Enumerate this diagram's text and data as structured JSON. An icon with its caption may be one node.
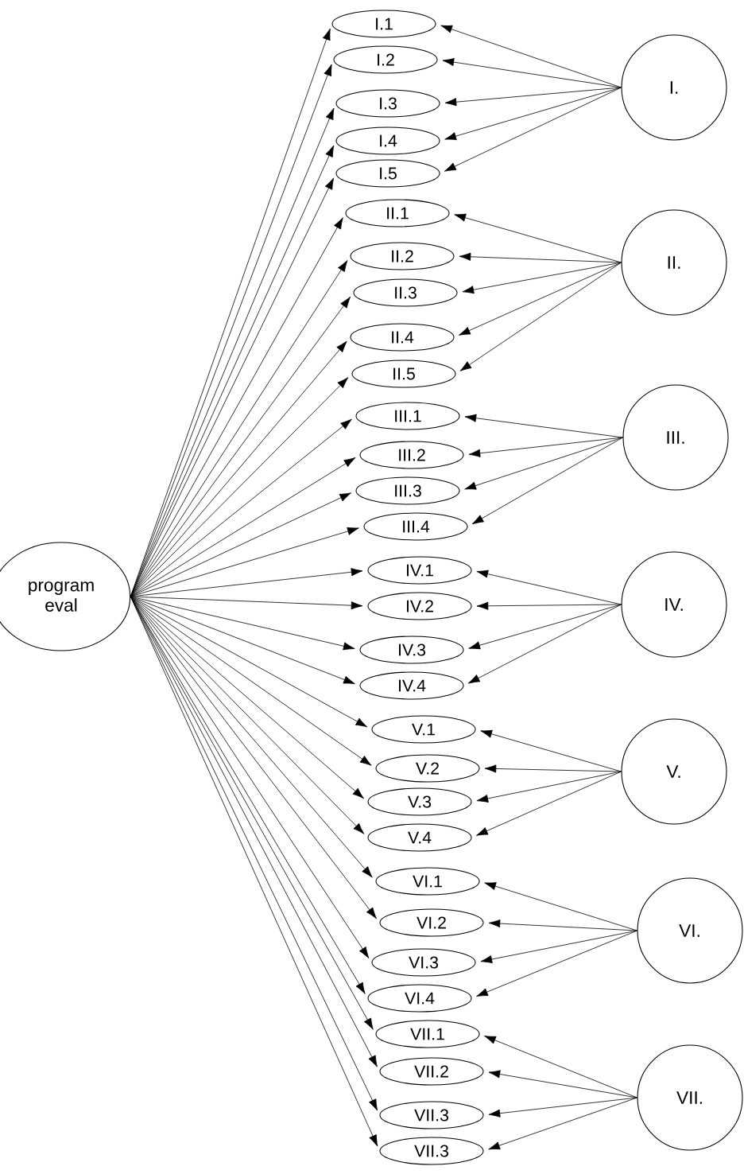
{
  "diagram": {
    "nodes": [
      {
        "text": [
          "program eval"
        ]
      },
      {
        "text": [
          "I.1"
        ]
      },
      {
        "text": [
          "I.2"
        ]
      },
      {
        "text": [
          "I.3"
        ]
      },
      {
        "text": [
          "I.4"
        ]
      },
      {
        "text": [
          "I.5"
        ]
      },
      {
        "text": [
          "II.1"
        ]
      },
      {
        "text": [
          "II.2"
        ]
      },
      {
        "text": [
          "II.3"
        ]
      },
      {
        "text": [
          "II.4"
        ]
      },
      {
        "text": [
          "II.5"
        ]
      },
      {
        "text": [
          "III.1"
        ]
      },
      {
        "text": [
          "III.2"
        ]
      },
      {
        "text": [
          "III.3"
        ]
      },
      {
        "text": [
          "III.4"
        ]
      },
      {
        "text": [
          "IV.1"
        ]
      },
      {
        "text": [
          "IV.2"
        ]
      },
      {
        "text": [
          "IV.3"
        ]
      },
      {
        "text": [
          "IV.4"
        ]
      },
      {
        "text": [
          "V.1"
        ]
      },
      {
        "text": [
          "V.2"
        ]
      },
      {
        "text": [
          "V.3"
        ]
      },
      {
        "text": [
          "V.4"
        ]
      },
      {
        "text": [
          "VI.1"
        ]
      },
      {
        "text": [
          "VI.2"
        ]
      },
      {
        "text": [
          "VI.3"
        ]
      },
      {
        "text": [
          "VI.4"
        ]
      },
      {
        "text": [
          "VII.1"
        ]
      },
      {
        "text": [
          "VII.2"
        ]
      },
      {
        "text": [
          "VII.3"
        ]
      },
      {
        "text": [
          "VII.3"
        ]
      },
      {
        "text": [
          "I."
        ]
      },
      {
        "text": [
          "II."
        ]
      },
      {
        "text": [
          "III."
        ]
      },
      {
        "text": [
          "IV."
        ]
      },
      {
        "text": [
          "V."
        ]
      },
      {
        "text": [
          "VI."
        ]
      },
      {
        "text": [
          "VII."
        ]
      }
    ],
    "edges": [
      {
        "from": 0,
        "to": 1,
        "arrow": "to"
      },
      {
        "from": 0,
        "to": 2,
        "arrow": "to"
      },
      {
        "from": 0,
        "to": 3,
        "arrow": "to"
      },
      {
        "from": 0,
        "to": 4,
        "arrow": "to"
      },
      {
        "from": 0,
        "to": 5,
        "arrow": "to"
      },
      {
        "from": 0,
        "to": 6,
        "arrow": "to"
      },
      {
        "from": 0,
        "to": 7,
        "arrow": "to"
      },
      {
        "from": 0,
        "to": 8,
        "arrow": "to"
      },
      {
        "from": 0,
        "to": 9,
        "arrow": "to"
      },
      {
        "from": 0,
        "to": 10,
        "arrow": "to"
      },
      {
        "from": 0,
        "to": 11,
        "arrow": "to"
      },
      {
        "from": 0,
        "to": 12,
        "arrow": "to"
      },
      {
        "from": 0,
        "to": 13,
        "arrow": "to"
      },
      {
        "from": 0,
        "to": 14,
        "arrow": "to"
      },
      {
        "from": 0,
        "to": 15,
        "arrow": "to"
      },
      {
        "from": 0,
        "to": 16,
        "arrow": "to"
      },
      {
        "from": 0,
        "to": 17,
        "arrow": "to"
      },
      {
        "from": 0,
        "to": 18,
        "arrow": "to"
      },
      {
        "from": 0,
        "to": 19,
        "arrow": "to"
      },
      {
        "from": 0,
        "to": 20,
        "arrow": "to"
      },
      {
        "from": 0,
        "to": 21,
        "arrow": "to"
      },
      {
        "from": 0,
        "to": 22,
        "arrow": "to"
      },
      {
        "from": 0,
        "to": 23,
        "arrow": "to"
      },
      {
        "from": 0,
        "to": 24,
        "arrow": "to"
      },
      {
        "from": 0,
        "to": 25,
        "arrow": "to"
      },
      {
        "from": 0,
        "to": 26,
        "arrow": "to"
      },
      {
        "from": 0,
        "to": 27,
        "arrow": "to"
      },
      {
        "from": 0,
        "to": 28,
        "arrow": "to"
      },
      {
        "from": 0,
        "to": 29,
        "arrow": "to"
      },
      {
        "from": 0,
        "to": 30,
        "arrow": "to"
      },
      {
        "from": 31,
        "to": 1,
        "arrow": "to"
      },
      {
        "from": 31,
        "to": 2,
        "arrow": "to"
      },
      {
        "from": 31,
        "to": 3,
        "arrow": "to"
      },
      {
        "from": 31,
        "to": 4,
        "arrow": "to"
      },
      {
        "from": 31,
        "to": 5,
        "arrow": "to"
      },
      {
        "from": 32,
        "to": 6,
        "arrow": "to"
      },
      {
        "from": 32,
        "to": 7,
        "arrow": "to"
      },
      {
        "from": 32,
        "to": 8,
        "arrow": "to"
      },
      {
        "from": 32,
        "to": 9,
        "arrow": "to"
      },
      {
        "from": 32,
        "to": 10,
        "arrow": "to"
      },
      {
        "from": 33,
        "to": 11,
        "arrow": "to"
      },
      {
        "from": 33,
        "to": 12,
        "arrow": "to"
      },
      {
        "from": 33,
        "to": 13,
        "arrow": "to"
      },
      {
        "from": 33,
        "to": 14,
        "arrow": "to"
      },
      {
        "from": 34,
        "to": 15,
        "arrow": "to"
      },
      {
        "from": 34,
        "to": 16,
        "arrow": "to"
      },
      {
        "from": 34,
        "to": 17,
        "arrow": "to"
      },
      {
        "from": 34,
        "to": 18,
        "arrow": "to"
      },
      {
        "from": 35,
        "to": 19,
        "arrow": "to"
      },
      {
        "from": 35,
        "to": 20,
        "arrow": "to"
      },
      {
        "from": 35,
        "to": 21,
        "arrow": "to"
      },
      {
        "from": 35,
        "to": 22,
        "arrow": "to"
      },
      {
        "from": 36,
        "to": 23,
        "arrow": "to"
      },
      {
        "from": 36,
        "to": 24,
        "arrow": "to"
      },
      {
        "from": 36,
        "to": 25,
        "arrow": "to"
      },
      {
        "from": 36,
        "to": 26,
        "arrow": "to"
      },
      {
        "from": 37,
        "to": 27,
        "arrow": "to"
      },
      {
        "from": 37,
        "to": 28,
        "arrow": "to"
      },
      {
        "from": 37,
        "to": 29,
        "arrow": "to"
      },
      {
        "from": 37,
        "to": 30,
        "arrow": "to"
      }
    ]
  }
}
